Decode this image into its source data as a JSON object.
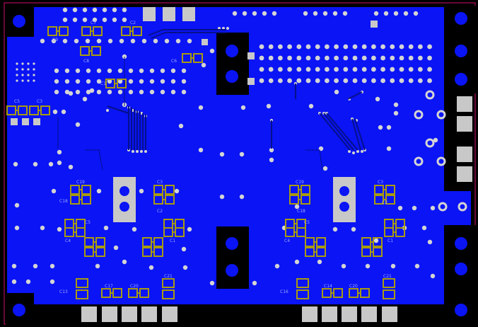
{
  "colors": {
    "background": "#000000",
    "copper": "#0a14f5",
    "trace": "#06108a",
    "pad": "#c8c8c8",
    "via": "#d4d4d4",
    "silkscreen": "#a89a10",
    "outline": "#d01070"
  },
  "labels": {
    "c_top1": "C9",
    "c_top2": "C7",
    "c_top3": "C2",
    "c_top4": "C6",
    "c_top5": "C8",
    "c_mid": "C1",
    "c_left1": "C5",
    "c_left2": "C3",
    "grpA_c19": "C19",
    "grpA_c18": "C18",
    "grpA_c5": "C5",
    "grpA_c4": "C4",
    "grpA_c3": "C3",
    "grpA_c2": "C2",
    "grpA_c1": "C1",
    "grpB_c19": "C19",
    "grpB_c18": "C18",
    "grpB_c5": "C5",
    "grpB_c4": "C4",
    "grpB_c3": "C3",
    "grpB_c2": "C2",
    "grpB_c1": "C1",
    "botA_c13": "C13",
    "botA_c17": "C17",
    "botA_c20": "C20",
    "botA_c21": "C21",
    "botB_c16": "C16",
    "botB_c14": "C14",
    "botB_c20": "C20",
    "botB_c21": "C21"
  }
}
